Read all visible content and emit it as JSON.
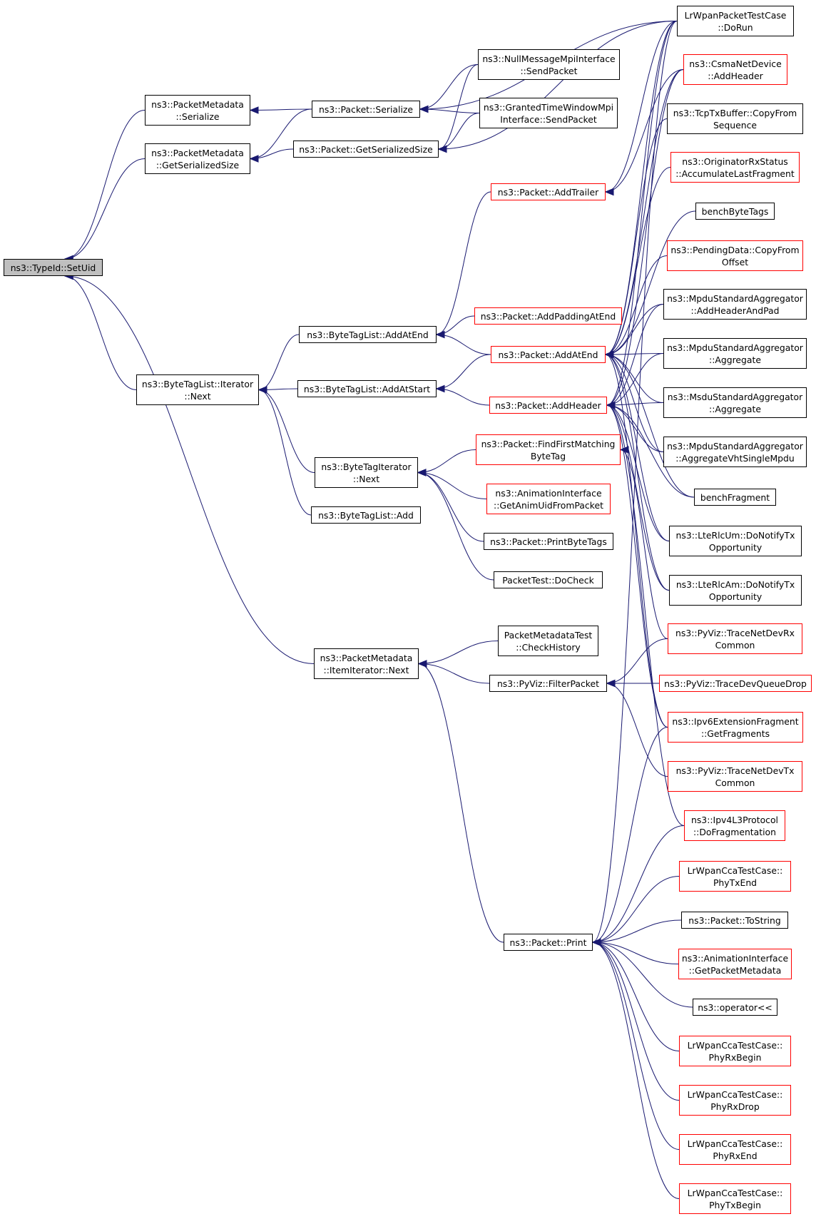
{
  "colors": {
    "edge": "#191970",
    "link_border": "#000000",
    "incomplete_border": "#ff0000",
    "focus_fill": "#bfbfbf"
  },
  "nodes": [
    {
      "id": "typeid-setuid",
      "lines": [
        "ns3::TypeId::SetUid"
      ],
      "style": "focus"
    },
    {
      "id": "pm-serialize",
      "lines": [
        "ns3::PacketMetadata",
        "::Serialize"
      ],
      "style": "black"
    },
    {
      "id": "pm-getserializedsize",
      "lines": [
        "ns3::PacketMetadata",
        "::GetSerializedSize"
      ],
      "style": "black"
    },
    {
      "id": "btl-iterator-next",
      "lines": [
        "ns3::ByteTagList::Iterator",
        "::Next"
      ],
      "style": "black"
    },
    {
      "id": "packet-serialize",
      "lines": [
        "ns3::Packet::Serialize"
      ],
      "style": "black"
    },
    {
      "id": "packet-getserializedsize",
      "lines": [
        "ns3::Packet::GetSerializedSize"
      ],
      "style": "black"
    },
    {
      "id": "btl-addatend",
      "lines": [
        "ns3::ByteTagList::AddAtEnd"
      ],
      "style": "black"
    },
    {
      "id": "btl-addatstart",
      "lines": [
        "ns3::ByteTagList::AddAtStart"
      ],
      "style": "black"
    },
    {
      "id": "bti-next",
      "lines": [
        "ns3::ByteTagIterator",
        "::Next"
      ],
      "style": "black"
    },
    {
      "id": "btl-add",
      "lines": [
        "ns3::ByteTagList::Add"
      ],
      "style": "black"
    },
    {
      "id": "pm-itemiterator-next",
      "lines": [
        "ns3::PacketMetadata",
        "::ItemIterator::Next"
      ],
      "style": "black"
    },
    {
      "id": "nullmsg-sendpacket",
      "lines": [
        "ns3::NullMessageMpiInterface",
        "::SendPacket"
      ],
      "style": "black"
    },
    {
      "id": "granted-sendpacket",
      "lines": [
        "ns3::GrantedTimeWindowMpi",
        "Interface::SendPacket"
      ],
      "style": "black"
    },
    {
      "id": "packet-addtrailer",
      "lines": [
        "ns3::Packet::AddTrailer"
      ],
      "style": "red"
    },
    {
      "id": "packet-addpaddingatend",
      "lines": [
        "ns3::Packet::AddPaddingAtEnd"
      ],
      "style": "red"
    },
    {
      "id": "packet-addatend",
      "lines": [
        "ns3::Packet::AddAtEnd"
      ],
      "style": "red"
    },
    {
      "id": "packet-addheader",
      "lines": [
        "ns3::Packet::AddHeader"
      ],
      "style": "red"
    },
    {
      "id": "packet-findfirstmatchingbytetag",
      "lines": [
        "ns3::Packet::FindFirstMatching",
        "ByteTag"
      ],
      "style": "red"
    },
    {
      "id": "anim-getaniuidfrompacket",
      "lines": [
        "ns3::AnimationInterface",
        "::GetAnimUidFromPacket"
      ],
      "style": "red"
    },
    {
      "id": "packet-printbytetags",
      "lines": [
        "ns3::Packet::PrintByteTags"
      ],
      "style": "black"
    },
    {
      "id": "packettest-docheck",
      "lines": [
        "PacketTest::DoCheck"
      ],
      "style": "black"
    },
    {
      "id": "pmtest-checkhistory",
      "lines": [
        "PacketMetadataTest",
        "::CheckHistory"
      ],
      "style": "black"
    },
    {
      "id": "pyviz-filterpacket",
      "lines": [
        "ns3::PyViz::FilterPacket"
      ],
      "style": "black"
    },
    {
      "id": "packet-print",
      "lines": [
        "ns3::Packet::Print"
      ],
      "style": "black"
    },
    {
      "id": "lrwpan-packet-dorun",
      "lines": [
        "LrWpanPacketTestCase",
        "::DoRun"
      ],
      "style": "black"
    },
    {
      "id": "csma-addheader",
      "lines": [
        "ns3::CsmaNetDevice",
        "::AddHeader"
      ],
      "style": "red"
    },
    {
      "id": "tcptxbuffer-copyfromsequence",
      "lines": [
        "ns3::TcpTxBuffer::CopyFrom",
        "Sequence"
      ],
      "style": "black"
    },
    {
      "id": "originator-accumulate",
      "lines": [
        "ns3::OriginatorRxStatus",
        "::AccumulateLastFragment"
      ],
      "style": "red"
    },
    {
      "id": "benchbytetags",
      "lines": [
        "benchByteTags"
      ],
      "style": "black"
    },
    {
      "id": "pendingdata-copyfromoffset",
      "lines": [
        "ns3::PendingData::CopyFrom",
        "Offset"
      ],
      "style": "red"
    },
    {
      "id": "mpdu-addheaderandpad",
      "lines": [
        "ns3::MpduStandardAggregator",
        "::AddHeaderAndPad"
      ],
      "style": "black"
    },
    {
      "id": "mpdu-aggregate",
      "lines": [
        "ns3::MpduStandardAggregator",
        "::Aggregate"
      ],
      "style": "black"
    },
    {
      "id": "msdu-aggregate",
      "lines": [
        "ns3::MsduStandardAggregator",
        "::Aggregate"
      ],
      "style": "black"
    },
    {
      "id": "mpdu-aggregatevhtsinglempdu",
      "lines": [
        "ns3::MpduStandardAggregator",
        "::AggregateVhtSingleMpdu"
      ],
      "style": "black"
    },
    {
      "id": "benchfragment",
      "lines": [
        "benchFragment"
      ],
      "style": "black"
    },
    {
      "id": "lterlcum-donotifytx",
      "lines": [
        "ns3::LteRlcUm::DoNotifyTx",
        "Opportunity"
      ],
      "style": "black"
    },
    {
      "id": "lterlcam-donotifytx",
      "lines": [
        "ns3::LteRlcAm::DoNotifyTx",
        "Opportunity"
      ],
      "style": "black"
    },
    {
      "id": "pyviz-tracenetdevrx",
      "lines": [
        "ns3::PyViz::TraceNetDevRx",
        "Common"
      ],
      "style": "red"
    },
    {
      "id": "pyviz-tracedevqueuedrop",
      "lines": [
        "ns3::PyViz::TraceDevQueueDrop"
      ],
      "style": "red"
    },
    {
      "id": "ipv6ext-getfragments",
      "lines": [
        "ns3::Ipv6ExtensionFragment",
        "::GetFragments"
      ],
      "style": "red"
    },
    {
      "id": "pyviz-tracenetdevtx",
      "lines": [
        "ns3::PyViz::TraceNetDevTx",
        "Common"
      ],
      "style": "red"
    },
    {
      "id": "ipv4l3-dofragmentation",
      "lines": [
        "ns3::Ipv4L3Protocol",
        "::DoFragmentation"
      ],
      "style": "red"
    },
    {
      "id": "lrwpancca-phytxend",
      "lines": [
        "LrWpanCcaTestCase::",
        "PhyTxEnd"
      ],
      "style": "red"
    },
    {
      "id": "packet-tostring",
      "lines": [
        "ns3::Packet::ToString"
      ],
      "style": "black"
    },
    {
      "id": "anim-getpacketmetadata",
      "lines": [
        "ns3::AnimationInterface",
        "::GetPacketMetadata"
      ],
      "style": "red"
    },
    {
      "id": "operator-shift",
      "lines": [
        "ns3::operator<<"
      ],
      "style": "black"
    },
    {
      "id": "lrwpancca-phyrxbegin",
      "lines": [
        "LrWpanCcaTestCase::",
        "PhyRxBegin"
      ],
      "style": "red"
    },
    {
      "id": "lrwpancca-phyrxdrop",
      "lines": [
        "LrWpanCcaTestCase::",
        "PhyRxDrop"
      ],
      "style": "red"
    },
    {
      "id": "lrwpancca-phyrxend",
      "lines": [
        "LrWpanCcaTestCase::",
        "PhyRxEnd"
      ],
      "style": "red"
    },
    {
      "id": "lrwpancca-phytxbegin",
      "lines": [
        "LrWpanCcaTestCase::",
        "PhyTxBegin"
      ],
      "style": "red"
    }
  ],
  "edges": [
    [
      "pm-serialize",
      "typeid-setuid"
    ],
    [
      "pm-getserializedsize",
      "typeid-setuid"
    ],
    [
      "btl-iterator-next",
      "typeid-setuid"
    ],
    [
      "pm-itemiterator-next",
      "typeid-setuid"
    ],
    [
      "packet-serialize",
      "pm-serialize"
    ],
    [
      "packet-getserializedsize",
      "pm-getserializedsize"
    ],
    [
      "packet-serialize",
      "pm-getserializedsize"
    ],
    [
      "btl-addatend",
      "btl-iterator-next"
    ],
    [
      "btl-addatstart",
      "btl-iterator-next"
    ],
    [
      "bti-next",
      "btl-iterator-next"
    ],
    [
      "btl-add",
      "btl-iterator-next"
    ],
    [
      "nullmsg-sendpacket",
      "packet-serialize"
    ],
    [
      "granted-sendpacket",
      "packet-serialize"
    ],
    [
      "lrwpan-packet-dorun",
      "packet-serialize"
    ],
    [
      "nullmsg-sendpacket",
      "packet-getserializedsize"
    ],
    [
      "granted-sendpacket",
      "packet-getserializedsize"
    ],
    [
      "lrwpan-packet-dorun",
      "packet-getserializedsize"
    ],
    [
      "packet-addtrailer",
      "btl-addatend"
    ],
    [
      "packet-addpaddingatend",
      "btl-addatend"
    ],
    [
      "packet-addatend",
      "btl-addatend"
    ],
    [
      "packet-addatend",
      "btl-addatstart"
    ],
    [
      "packet-addheader",
      "btl-addatstart"
    ],
    [
      "packet-findfirstmatchingbytetag",
      "bti-next"
    ],
    [
      "anim-getaniuidfrompacket",
      "bti-next"
    ],
    [
      "packet-printbytetags",
      "bti-next"
    ],
    [
      "packettest-docheck",
      "bti-next"
    ],
    [
      "pmtest-checkhistory",
      "pm-itemiterator-next"
    ],
    [
      "pyviz-filterpacket",
      "pm-itemiterator-next"
    ],
    [
      "packet-print",
      "pm-itemiterator-next"
    ],
    [
      "lrwpan-packet-dorun",
      "packet-addtrailer"
    ],
    [
      "csma-addheader",
      "packet-addtrailer"
    ],
    [
      "lrwpan-packet-dorun",
      "packet-addatend"
    ],
    [
      "csma-addheader",
      "packet-addatend"
    ],
    [
      "tcptxbuffer-copyfromsequence",
      "packet-addatend"
    ],
    [
      "originator-accumulate",
      "packet-addatend"
    ],
    [
      "benchbytetags",
      "packet-addatend"
    ],
    [
      "pendingdata-copyfromoffset",
      "packet-addatend"
    ],
    [
      "mpdu-addheaderandpad",
      "packet-addatend"
    ],
    [
      "mpdu-aggregate",
      "packet-addatend"
    ],
    [
      "msdu-aggregate",
      "packet-addatend"
    ],
    [
      "mpdu-aggregatevhtsinglempdu",
      "packet-addatend"
    ],
    [
      "benchfragment",
      "packet-addatend"
    ],
    [
      "lterlcum-donotifytx",
      "packet-addatend"
    ],
    [
      "lterlcam-donotifytx",
      "packet-addatend"
    ],
    [
      "ipv6ext-getfragments",
      "packet-addatend"
    ],
    [
      "lrwpan-packet-dorun",
      "packet-addheader"
    ],
    [
      "csma-addheader",
      "packet-addheader"
    ],
    [
      "mpdu-addheaderandpad",
      "packet-addheader"
    ],
    [
      "mpdu-aggregate",
      "packet-addheader"
    ],
    [
      "msdu-aggregate",
      "packet-addheader"
    ],
    [
      "mpdu-aggregatevhtsinglempdu",
      "packet-addheader"
    ],
    [
      "benchfragment",
      "packet-addheader"
    ],
    [
      "lterlcum-donotifytx",
      "packet-addheader"
    ],
    [
      "lterlcam-donotifytx",
      "packet-addheader"
    ],
    [
      "ipv6ext-getfragments",
      "packet-addheader"
    ],
    [
      "ipv4l3-dofragmentation",
      "packet-addheader"
    ],
    [
      "pyviz-tracenetdevrx",
      "packet-findfirstmatchingbytetag"
    ],
    [
      "pyviz-tracenetdevrx",
      "pyviz-filterpacket"
    ],
    [
      "pyviz-tracedevqueuedrop",
      "pyviz-filterpacket"
    ],
    [
      "pyviz-tracenetdevtx",
      "pyviz-filterpacket"
    ],
    [
      "lrwpan-packet-dorun",
      "packet-print"
    ],
    [
      "ipv6ext-getfragments",
      "packet-print"
    ],
    [
      "ipv4l3-dofragmentation",
      "packet-print"
    ],
    [
      "lrwpancca-phytxend",
      "packet-print"
    ],
    [
      "packet-tostring",
      "packet-print"
    ],
    [
      "anim-getpacketmetadata",
      "packet-print"
    ],
    [
      "operator-shift",
      "packet-print"
    ],
    [
      "lrwpancca-phyrxbegin",
      "packet-print"
    ],
    [
      "lrwpancca-phyrxdrop",
      "packet-print"
    ],
    [
      "lrwpancca-phyrxend",
      "packet-print"
    ],
    [
      "lrwpancca-phytxbegin",
      "packet-print"
    ]
  ]
}
